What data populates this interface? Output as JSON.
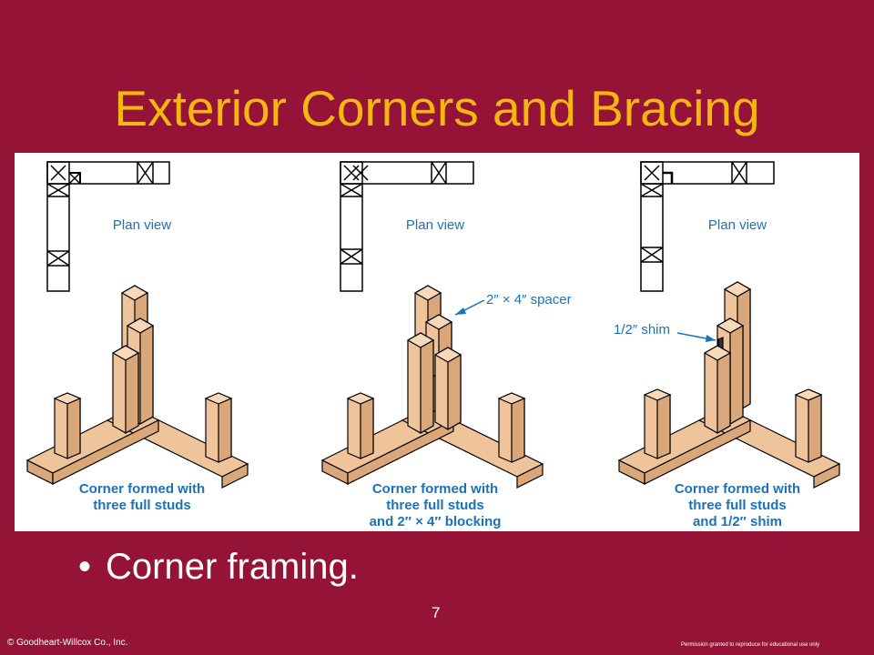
{
  "slide": {
    "title": "Exterior Corners and Bracing",
    "bullet": "Corner framing.",
    "slide_number": "7",
    "copyright": "© Goodheart-Willcox Co., Inc.",
    "permission": "Permission granted to reproduce for educational use only"
  },
  "figure": {
    "panels": [
      {
        "plan_label": "Plan view",
        "caption_lines": [
          "Corner formed with",
          "three full studs"
        ],
        "callout": ""
      },
      {
        "plan_label": "Plan view",
        "caption_lines": [
          "Corner formed with",
          "three full studs",
          "and 2″ × 4″ blocking"
        ],
        "callout": "2″ × 4″ spacer"
      },
      {
        "plan_label": "Plan view",
        "caption_lines": [
          "Corner formed with",
          "three full studs",
          "and 1/2″ shim"
        ],
        "callout": "1/2″ shim"
      }
    ]
  },
  "colors": {
    "background": "#941336",
    "title": "#F5B70F",
    "label_text": "#1B72B8",
    "wood": "#F0C49B",
    "wood_top": "#F7D9BA",
    "wood_dark": "#D9A77A",
    "ink": "#000000"
  }
}
